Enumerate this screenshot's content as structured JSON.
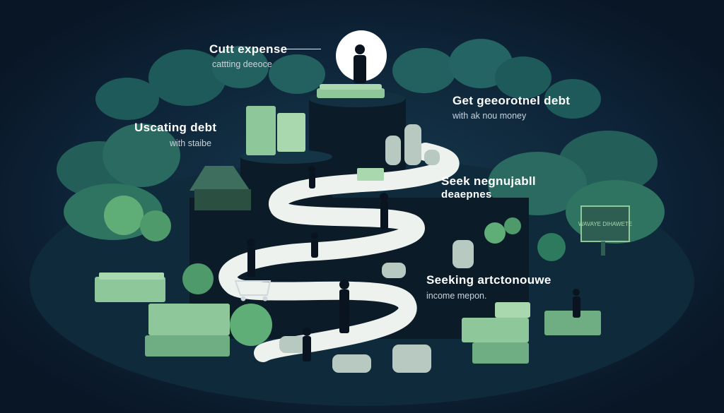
{
  "labels": {
    "cut_expense_title": "Cutt expense",
    "cut_expense_sub": "cattting deeoce",
    "get_debt_title": "Get geeorotnel debt",
    "get_debt_sub": "with ak nou money",
    "uscating_title": "Uscating debt",
    "uscating_sub": "with staibe",
    "seek_title": "Seek negnujabll",
    "seek_sub": "deaepnes",
    "seeking_title": "Seeking artctonouwe",
    "seeking_sub": "income mepon.",
    "sign_text": "WAVAYE DIHAWETE"
  },
  "colors": {
    "background": "#0a1a2c",
    "foliage_dark": "#1f5a4e",
    "foliage_mid": "#2e7a5e",
    "foliage_light": "#5fae78",
    "path": "#eef2ee",
    "money": "#8dc79a",
    "moon": "#ffffff"
  },
  "icons": {
    "person": "silhouette-person-icon",
    "cash": "cash-stack-icon",
    "coins": "coin-stack-icon",
    "cart": "shopping-cart-icon",
    "house": "house-icon",
    "sign": "billboard-icon"
  }
}
